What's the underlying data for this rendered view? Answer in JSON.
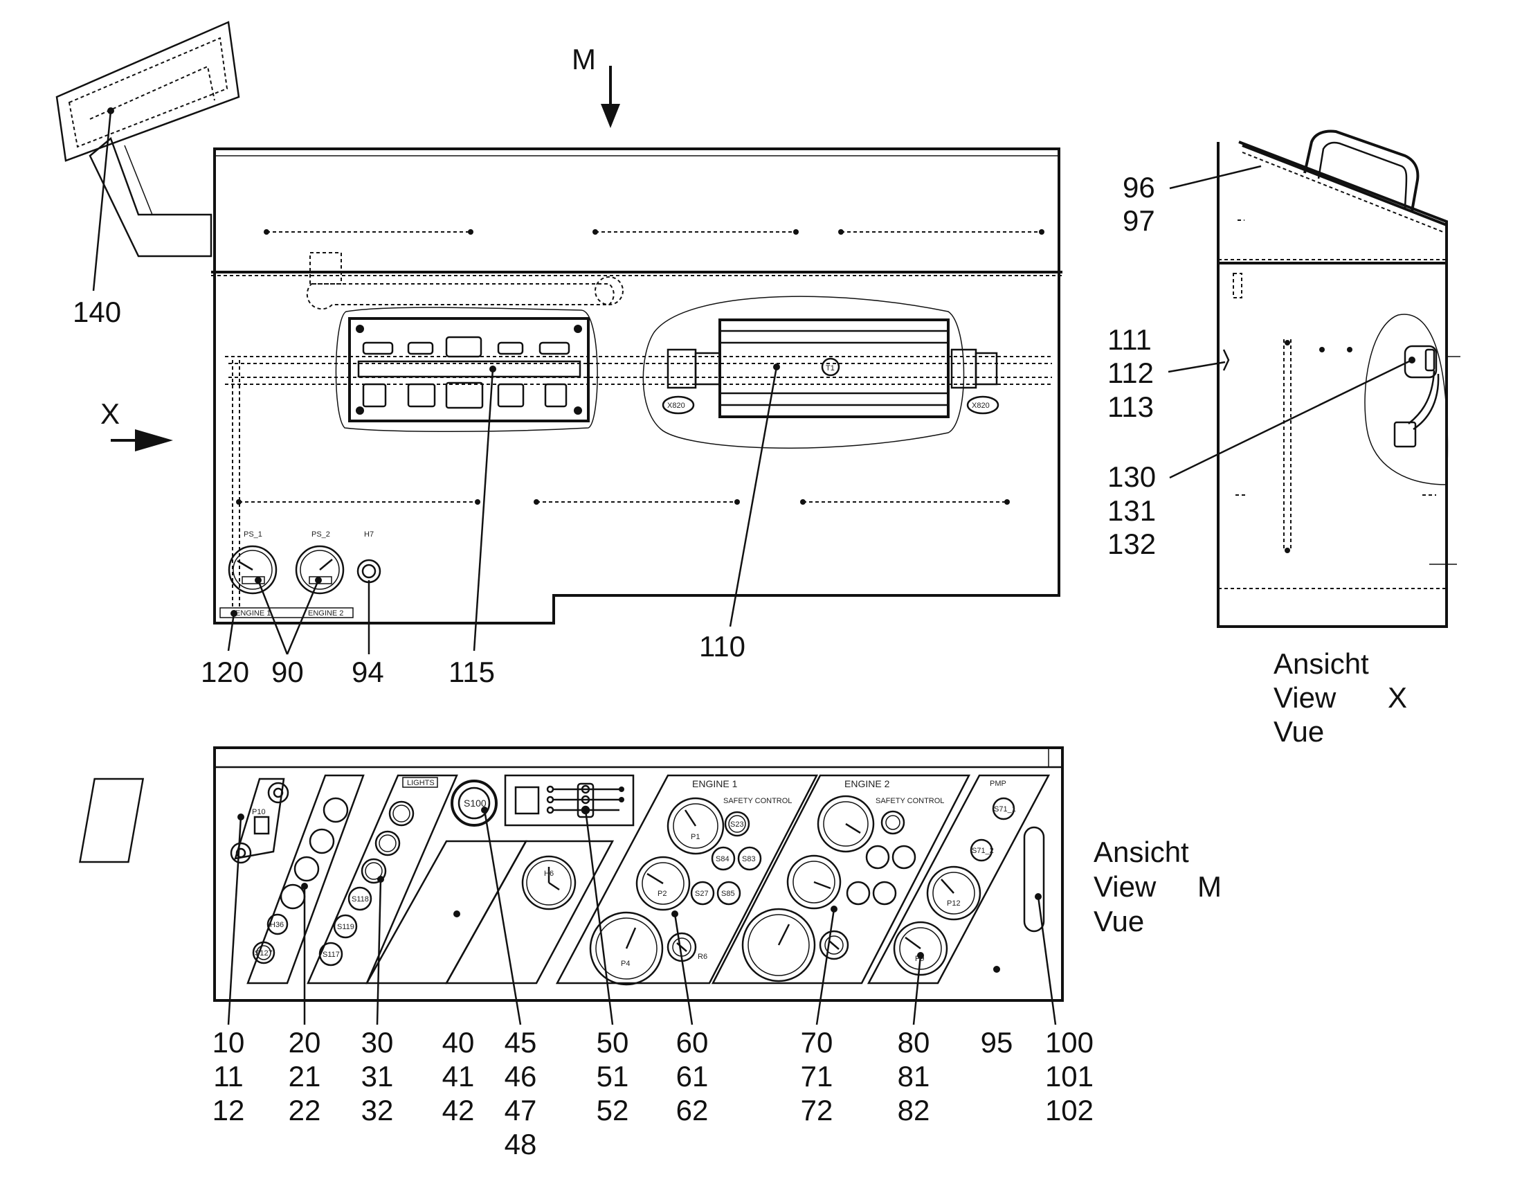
{
  "view_markers": {
    "m_arrow": "M",
    "x_arrow": "X"
  },
  "view_labels": {
    "side_view": [
      "Ansicht",
      "View",
      "X",
      "Vue"
    ],
    "front_view": [
      "Ansicht",
      "View",
      "M",
      "Vue"
    ]
  },
  "callouts_top": {
    "c140": "140",
    "c120": "120",
    "c90": "90",
    "c94": "94",
    "c115": "115",
    "c110": "110"
  },
  "callouts_side": {
    "c96": "96",
    "c97": "97",
    "c111": "111",
    "c112": "112",
    "c113": "113",
    "c130": "130",
    "c131": "131",
    "c132": "132"
  },
  "callouts_bottom": [
    [
      "10",
      "11",
      "12"
    ],
    [
      "20",
      "21",
      "22"
    ],
    [
      "30",
      "31",
      "32"
    ],
    [
      "40",
      "41",
      "42"
    ],
    [
      "45",
      "46",
      "47",
      "48"
    ],
    [
      "50",
      "51",
      "52"
    ],
    [
      "60",
      "61",
      "62"
    ],
    [
      "70",
      "71",
      "72"
    ],
    [
      "80",
      "81",
      "82"
    ],
    [
      "95"
    ],
    [
      "100",
      "101",
      "102"
    ]
  ],
  "panel_labels": {
    "ps1": "PS_1",
    "ps2": "PS_2",
    "h7": "H7",
    "engine1_plate": "ENGINE 1",
    "engine2_plate": "ENGINE 2",
    "t1": "T1",
    "x820_left": "X820",
    "x820_right": "X820",
    "engine1_title": "ENGINE 1",
    "engine2_title": "ENGINE 2",
    "safety1": "SAFETY CONTROL",
    "safety2": "SAFETY CONTROL",
    "lights": "LIGHTS",
    "pump": "PMP",
    "s100": "S100",
    "h6": "H6",
    "p1": "P1",
    "p2": "P2",
    "p4": "P4",
    "p9": "P9",
    "p12": "P12",
    "r6": "R6",
    "s23": "S23",
    "s84": "S84",
    "s83": "S83",
    "s27": "S27",
    "s85": "S85",
    "s118": "S118",
    "s119": "S119",
    "s117": "S117",
    "h36": "H36",
    "s127": "S127",
    "s71_1": "S71_1",
    "s71_2": "S71_2",
    "p10": "P10"
  }
}
